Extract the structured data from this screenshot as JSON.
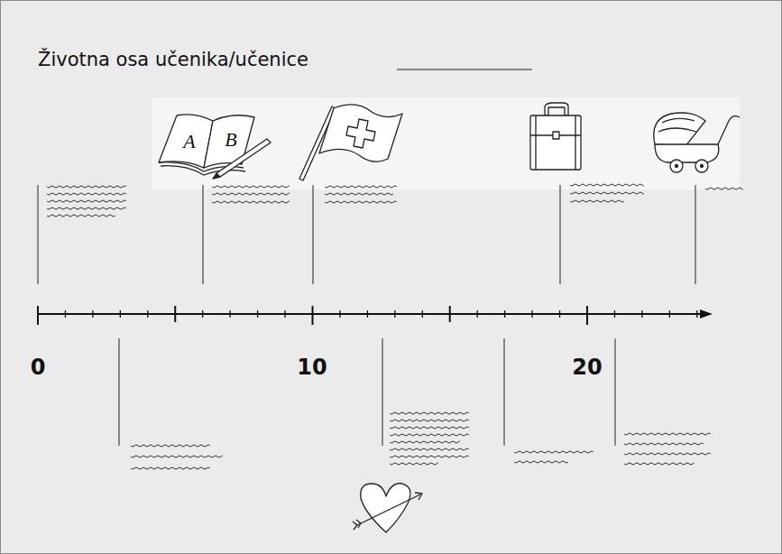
{
  "diagram": {
    "title": "Životna osa učenika/učenice",
    "labels": [
      "0",
      "10",
      "20",
      "A",
      "B"
    ]
  }
}
